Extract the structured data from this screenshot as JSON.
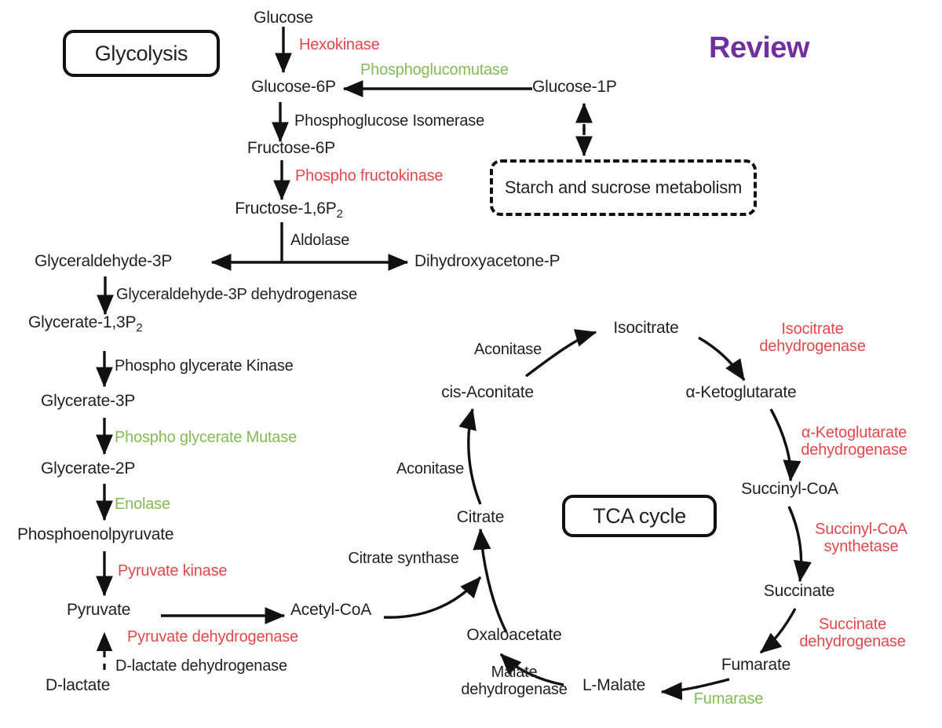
{
  "diagram": {
    "title_boxes": {
      "glycolysis": "Glycolysis",
      "tca_cycle": "TCA cycle",
      "starch_sucrose": "Starch and sucrose metabolism"
    },
    "watermark": "Review",
    "colors": {
      "red_enzyme": "#e2474b",
      "green_enzyme": "#84bb55",
      "black_text": "#231f20",
      "watermark_purple": "#7030a0",
      "background": "#ffffff"
    }
  },
  "glycolysis": {
    "metabolites": [
      {
        "id": "glucose",
        "label": "Glucose"
      },
      {
        "id": "glucose_6p",
        "label": "Glucose-6P"
      },
      {
        "id": "fructose_6p",
        "label": "Fructose-6P"
      },
      {
        "id": "fructose_16p2",
        "label": "Fructose-1,6P",
        "sub": "2"
      },
      {
        "id": "glyceraldehyde_3p",
        "label": "Glyceraldehyde-3P"
      },
      {
        "id": "dihydroxyacetone_p",
        "label": "Dihydroxyacetone-P"
      },
      {
        "id": "glycerate_13p2",
        "label": "Glycerate-1,3P",
        "sub": "2"
      },
      {
        "id": "glycerate_3p",
        "label": "Glycerate-3P"
      },
      {
        "id": "glycerate_2p",
        "label": "Glycerate-2P"
      },
      {
        "id": "phosphoenolpyruvate",
        "label": "Phosphoenolpyruvate"
      },
      {
        "id": "pyruvate",
        "label": "Pyruvate"
      },
      {
        "id": "d_lactate",
        "label": "D-lactate"
      },
      {
        "id": "acetyl_coa",
        "label": "Acetyl-CoA"
      },
      {
        "id": "glucose_1p",
        "label": "Glucose-1P"
      }
    ],
    "enzymes": [
      {
        "id": "hexokinase",
        "label": "Hexokinase",
        "color": "red"
      },
      {
        "id": "phosphoglucomutase",
        "label": "Phosphoglucomutase",
        "color": "green"
      },
      {
        "id": "phosphoglucose_isomerase",
        "label": "Phosphoglucose Isomerase",
        "color": "black"
      },
      {
        "id": "phospho_fructokinase",
        "label": "Phospho fructokinase",
        "color": "red"
      },
      {
        "id": "aldolase",
        "label": "Aldolase",
        "color": "black"
      },
      {
        "id": "glyceraldehyde_3p_dehydrogenase",
        "label": "Glyceraldehyde-3P dehydrogenase",
        "color": "black"
      },
      {
        "id": "phospho_glycerate_kinase",
        "label": "Phospho glycerate Kinase",
        "color": "black"
      },
      {
        "id": "phospho_glycerate_mutase",
        "label": "Phospho glycerate Mutase",
        "color": "green"
      },
      {
        "id": "enolase",
        "label": "Enolase",
        "color": "green"
      },
      {
        "id": "pyruvate_kinase",
        "label": "Pyruvate kinase",
        "color": "red"
      },
      {
        "id": "pyruvate_dehydrogenase",
        "label": "Pyruvate dehydrogenase",
        "color": "red"
      },
      {
        "id": "d_lactate_dehydrogenase",
        "label": "D-lactate dehydrogenase",
        "color": "black"
      }
    ]
  },
  "tca": {
    "metabolites": [
      {
        "id": "citrate",
        "label": "Citrate"
      },
      {
        "id": "cis_aconitate",
        "label": "cis-Aconitate"
      },
      {
        "id": "isocitrate",
        "label": "Isocitrate"
      },
      {
        "id": "alpha_ketoglutarate",
        "label": "α-Ketoglutarate"
      },
      {
        "id": "succinyl_coa",
        "label": "Succinyl-CoA"
      },
      {
        "id": "succinate",
        "label": "Succinate"
      },
      {
        "id": "fumarate",
        "label": "Fumarate"
      },
      {
        "id": "l_malate",
        "label": "L-Malate"
      },
      {
        "id": "oxaloacetate",
        "label": "Oxaloacetate"
      }
    ],
    "enzymes": [
      {
        "id": "aconitase_1",
        "label": "Aconitase",
        "color": "black"
      },
      {
        "id": "aconitase_2",
        "label": "Aconitase",
        "color": "black"
      },
      {
        "id": "isocitrate_dehydrogenase",
        "label_line1": "Isocitrate",
        "label_line2": "dehydrogenase",
        "color": "red"
      },
      {
        "id": "alpha_kg_dehydrogenase",
        "label_line1": "α-Ketoglutarate",
        "label_line2": "dehydrogenase",
        "color": "red"
      },
      {
        "id": "succinyl_coa_synthetase",
        "label_line1": "Succinyl-CoA",
        "label_line2": "synthetase",
        "color": "red"
      },
      {
        "id": "succinate_dehydrogenase",
        "label_line1": "Succinate",
        "label_line2": "dehydrogenase",
        "color": "red"
      },
      {
        "id": "fumarase",
        "label": "Fumarase",
        "color": "green"
      },
      {
        "id": "malate_dehydrogenase",
        "label_line1": "Malate",
        "label_line2": "dehydrogenase",
        "color": "black"
      },
      {
        "id": "citrate_synthase",
        "label": "Citrate synthase",
        "color": "black"
      }
    ]
  }
}
